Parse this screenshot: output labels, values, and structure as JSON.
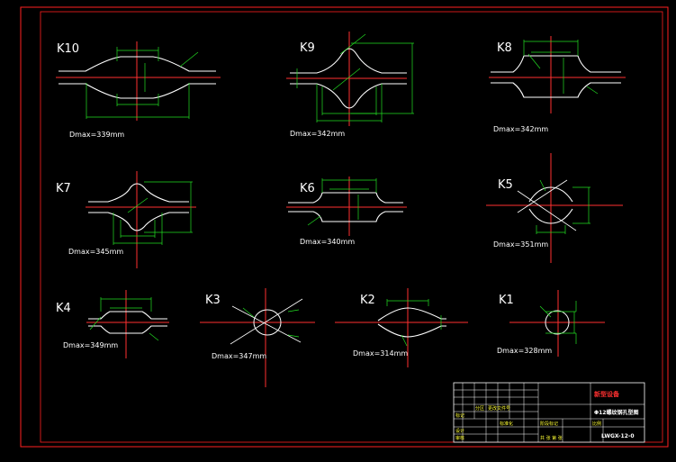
{
  "passes": [
    {
      "id": "k10",
      "label": "K10",
      "dmax": "Dmax=339mm"
    },
    {
      "id": "k9",
      "label": "K9",
      "dmax": "Dmax=342mm"
    },
    {
      "id": "k8",
      "label": "K8",
      "dmax": "Dmax=342mm"
    },
    {
      "id": "k7",
      "label": "K7",
      "dmax": "Dmax=345mm"
    },
    {
      "id": "k6",
      "label": "K6",
      "dmax": "Dmax=340mm"
    },
    {
      "id": "k5",
      "label": "K5",
      "dmax": "Dmax=351mm"
    },
    {
      "id": "k4",
      "label": "K4",
      "dmax": "Dmax=349mm"
    },
    {
      "id": "k3",
      "label": "K3",
      "dmax": "Dmax=347mm"
    },
    {
      "id": "k2",
      "label": "K2",
      "dmax": "Dmax=314mm"
    },
    {
      "id": "k1",
      "label": "K1",
      "dmax": "Dmax=328mm"
    }
  ],
  "title_block": {
    "title": "新型设备",
    "subtitle": "Φ12螺纹钢孔型图",
    "drawing_no": "LWGX-12-0"
  },
  "colors": {
    "frame": "#ff2020",
    "outline": "#ffffff",
    "dim": "#22dd22",
    "center": "#ff3030",
    "label": "#ffffff",
    "tb_text": "#ffff40"
  }
}
